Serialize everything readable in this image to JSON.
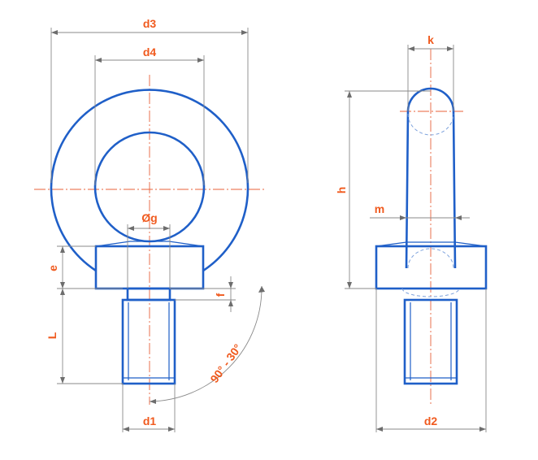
{
  "labels": {
    "d3": "d3",
    "d4": "d4",
    "g": "Øg",
    "e": "e",
    "f": "f",
    "L": "L",
    "angle": "90° - 30°",
    "d1": "d1",
    "k": "k",
    "h": "h",
    "m": "m",
    "d2": "d2"
  },
  "colors": {
    "outline": "#1f5fc8",
    "label": "#f05a1e",
    "dimension": "#8a8a8a",
    "centerline": "#e8613a"
  }
}
